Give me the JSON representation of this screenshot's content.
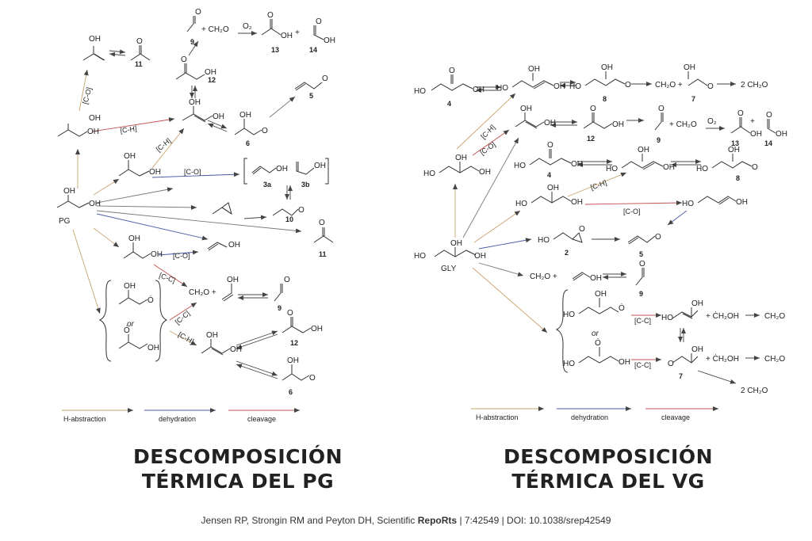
{
  "left_panel": {
    "labels": {
      "pg": "PG",
      "or": "or",
      "n3a": "3a",
      "n3b": "3b",
      "n5": "5",
      "n6a": "6",
      "n6b": "6",
      "n9a": "9",
      "n9b": "9",
      "n10": "10",
      "n11a": "11",
      "n11b": "11",
      "n12a": "12",
      "n12b": "12",
      "n13": "13",
      "n14": "14"
    },
    "texts": {
      "plus_ch2o_top": "+ CH₂O",
      "o2": "O₂",
      "plus_top": "+",
      "ch2o_plus": "CH₂O +",
      "co_1": "[C-O]",
      "ch_1": "[C-H]",
      "ch_2": "[C-H]",
      "co_2": "[C-O]",
      "co_3": "[C-O]",
      "cc_1": "[C-C]",
      "cc_2": "[C-C]",
      "ch_3": "[C-H]"
    },
    "legend": {
      "h_abstraction": "H-abstraction",
      "dehydration": "dehydration",
      "cleavage": "cleavage"
    }
  },
  "right_panel": {
    "labels": {
      "gly": "GLY",
      "or": "or",
      "n2": "2",
      "n4a": "4",
      "n4b": "4",
      "n5": "5",
      "n7a": "7",
      "n7b": "7",
      "n8a": "8",
      "n8b": "8",
      "n9a": "9",
      "n9b": "9",
      "n12": "12",
      "n13": "13",
      "n14": "14"
    },
    "texts": {
      "ch2o_plus_top": "CH₂O +",
      "two_ch2o_top": "2 CH₂O",
      "plus_ch2o_mid": "+ CH₂O",
      "o2": "O₂",
      "plus_mid": "+",
      "ch2o_plus_low": "CH₂O +",
      "ch_1": "[C-H]",
      "co_1": "[C-O]",
      "ch_2": "[C-H]",
      "co_2": "[C-O]",
      "cc_1": "[C-C]",
      "cc_2": "[C-C]",
      "ch2oh_1": "+ ĊH₂OH",
      "ch2oh_2": "+ ĊH₂OH",
      "ch2o_r1": "CH₂O",
      "ch2o_r2": "CH₂O",
      "two_ch2o_bottom": "2 CH₂O"
    },
    "legend": {
      "h_abstraction": "H-abstraction",
      "dehydration": "dehydration",
      "cleavage": "cleavage"
    }
  },
  "headlines": {
    "left_line1": "DESCOMPOSICIÓN",
    "left_line2": "TÉRMICA DEL PG",
    "right_line1": "DESCOMPOSICIÓN",
    "right_line2": "TÉRMICA DEL VG"
  },
  "citation": {
    "prefix": "Jensen RP, Strongin RM and Peyton DH, Scientific ",
    "journal": "RepoRts",
    "suffix": " | 7:42549 | DOI: 10.1038/srep42549"
  },
  "colors": {
    "h_abstraction": "#c8a36a",
    "dehydration": "#4a5aa8",
    "cleavage": "#c0504d",
    "neutral": "#777777"
  }
}
